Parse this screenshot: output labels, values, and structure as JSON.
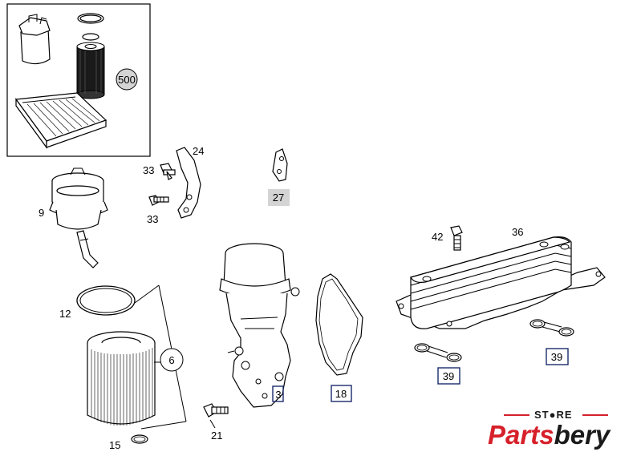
{
  "labels": {
    "inset_500": "500",
    "p33a": "33",
    "p24": "24",
    "p27": "27",
    "p33b": "33",
    "p9": "9",
    "p12": "12",
    "p6": "6",
    "p15": "15",
    "p21": "21",
    "p3": "3",
    "p18": "18",
    "p42": "42",
    "p36": "36",
    "p39a": "39",
    "p39b": "39"
  },
  "logo": {
    "store": "ST●RE",
    "word_part1": "Parts",
    "word_part2": "bery"
  },
  "colors": {
    "brand_red": "#d6202a",
    "brand_dark": "#1a1a1a",
    "label_box": "#1a2a6c",
    "grey_box": "#d4d4d4"
  }
}
